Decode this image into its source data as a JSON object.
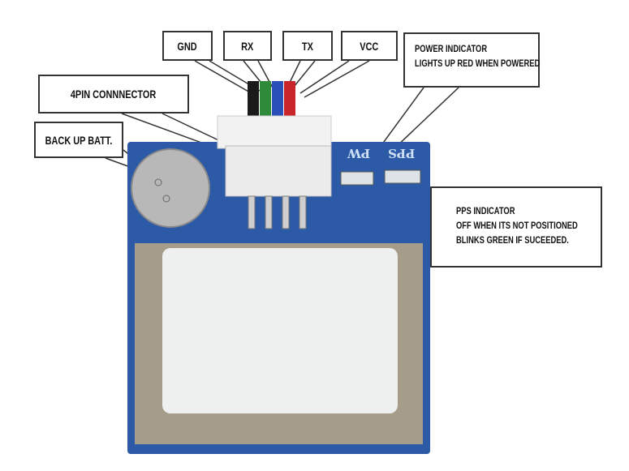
{
  "labels": {
    "gnd": "GND",
    "rx": "RX",
    "tx": "TX",
    "vcc": "VCC",
    "connector": "4PIN CONNNECTOR",
    "battery": "BACK UP BATT.",
    "power_line1": "POWER INDICATOR",
    "power_line2": "LIGHTS UP RED WHEN POWERED",
    "pps_line1": "PPS INDICATOR",
    "pps_line2": "OFF WHEN ITS NOT POSITIONED",
    "pps_line3": "BLINKS GREEN IF SUCEEDED."
  },
  "silkscreen": {
    "pps": "PPS",
    "pw": "PW"
  },
  "colors": {
    "board": "#2c5aa6",
    "wire_gnd": "#1a1a1a",
    "wire_rx": "#2f8a3a",
    "wire_tx": "#2a4fb8",
    "wire_vcc": "#c8262a"
  }
}
